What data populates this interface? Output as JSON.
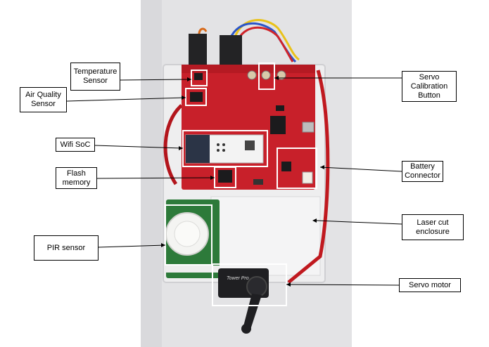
{
  "labels": {
    "temperature": "Temperature\nSensor",
    "air_quality": "Air Quality\nSensor",
    "wifi": "Wifi SoC",
    "flash": "Flash\nmemory",
    "pir": "PIR sensor",
    "servo_button": "Servo\nCalibration\nButton",
    "battery": "Battery\nConnector",
    "enclosure": "Laser cut\nenclosure",
    "servo_motor": "Servo motor"
  },
  "chip_text": {
    "servo_brand": "Tower Pro"
  },
  "colors": {
    "pcb": "#c8202a",
    "enclosure": "#e9e9ea",
    "highlight": "#ffffff"
  }
}
